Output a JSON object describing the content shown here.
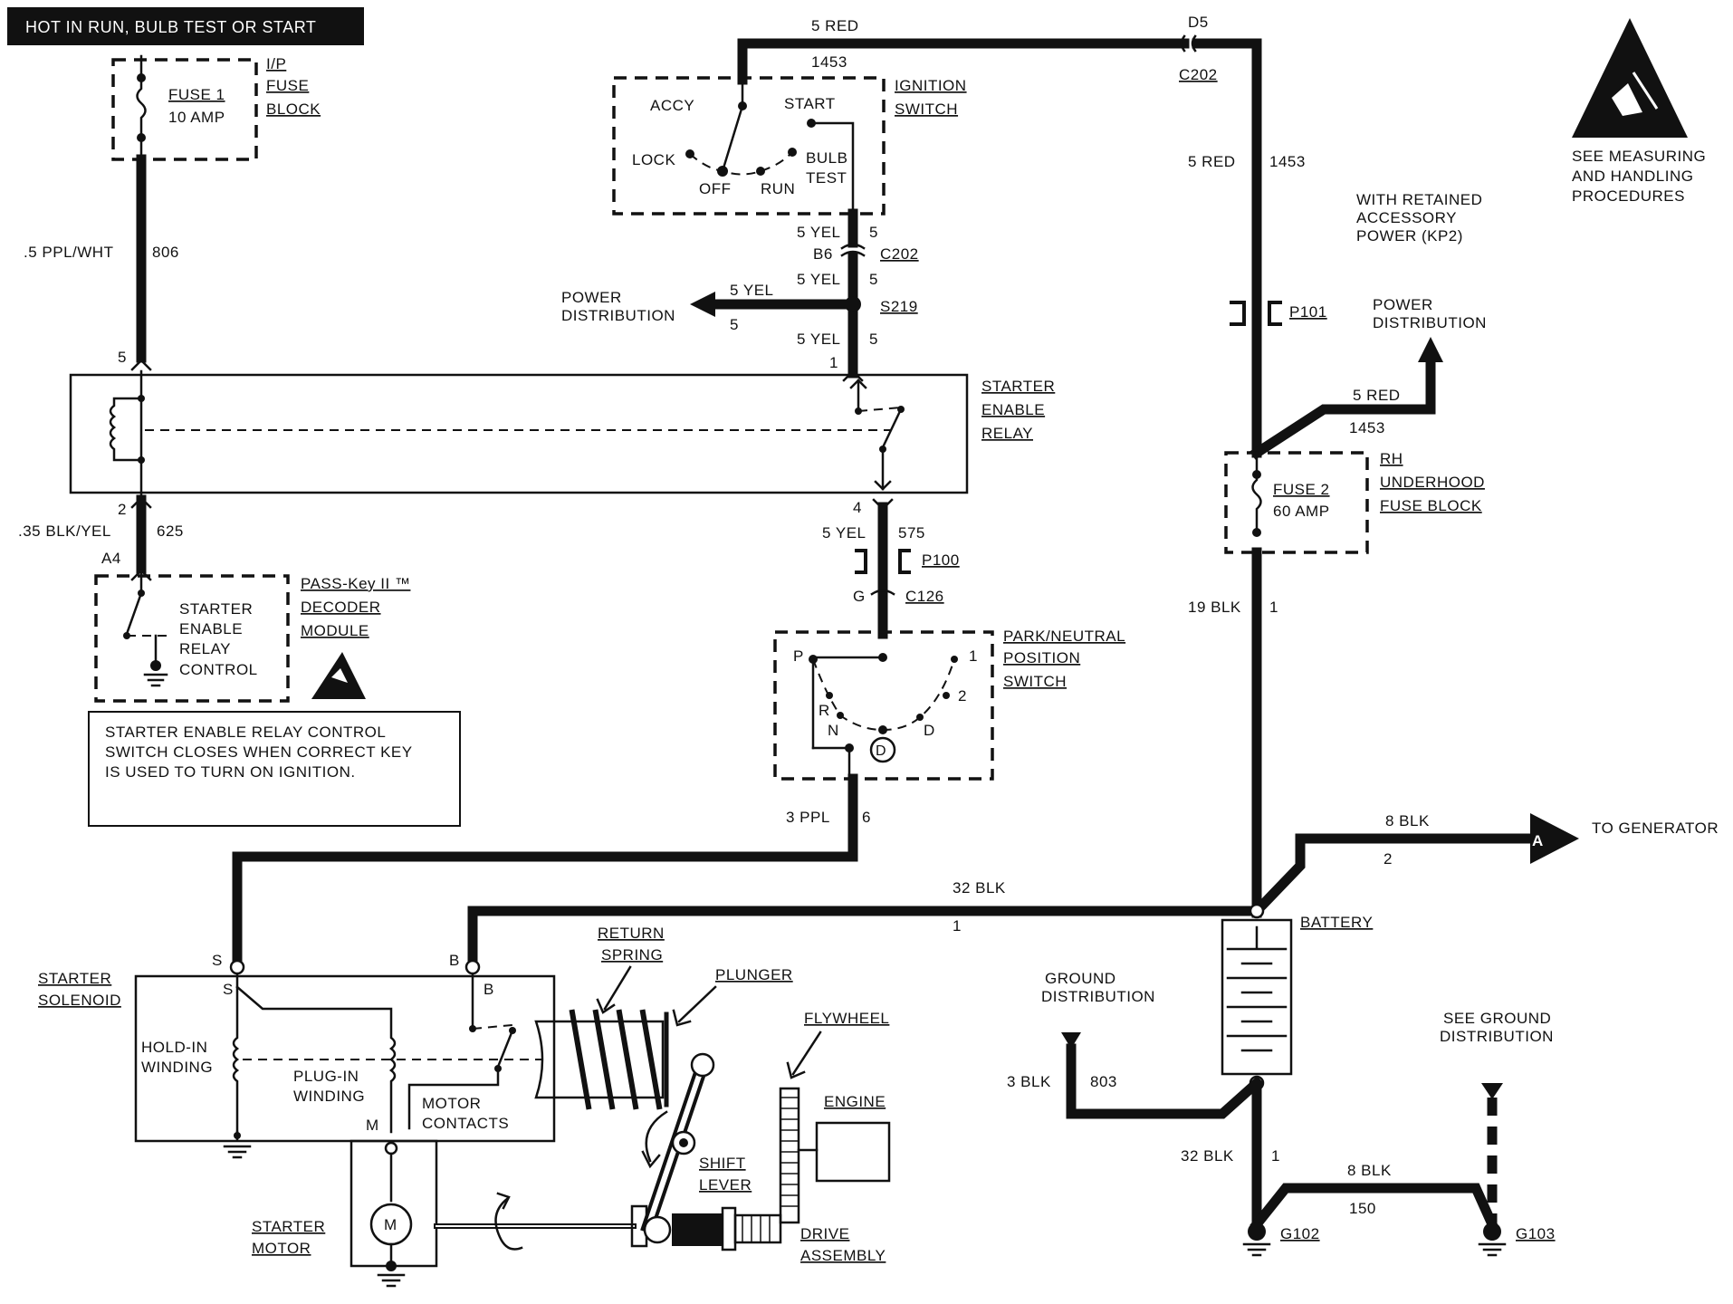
{
  "header": {
    "banner": "HOT IN RUN, BULB TEST OR START"
  },
  "fuse_block_ip": {
    "fuse_name": "FUSE 1",
    "fuse_rating": "10 AMP",
    "label": [
      "I/P",
      "FUSE",
      "BLOCK"
    ]
  },
  "wire_806": {
    "gauge_color": ".5 PPL/WHT",
    "circuit": "806",
    "pin_top": "5",
    "pin_bottom": "2"
  },
  "wire_625": {
    "gauge_color": ".35 BLK/YEL",
    "circuit": "625",
    "connector": "A4"
  },
  "pass_key": {
    "inner": [
      "STARTER",
      "ENABLE",
      "RELAY",
      "CONTROL"
    ],
    "label": [
      "PASS-Key II ™",
      "DECODER",
      "MODULE"
    ]
  },
  "note": {
    "lines": [
      "STARTER ENABLE RELAY CONTROL",
      "SWITCH CLOSES WHEN CORRECT KEY",
      "IS USED TO TURN ON IGNITION."
    ]
  },
  "ignition_switch": {
    "positions": [
      "ACCY",
      "START",
      "LOCK",
      "OFF",
      "RUN",
      "BULB",
      "TEST"
    ],
    "label": [
      "IGNITION",
      "SWITCH"
    ],
    "circuit_top": "1453"
  },
  "wire_5red_top": {
    "gauge_color": "5 RED",
    "connector_pin": "D5",
    "connector": "C202"
  },
  "ign_output": {
    "a_gauge": "5 YEL",
    "a_circuit": "5",
    "pin": "B6",
    "connector": "C202",
    "b_gauge": "5 YEL",
    "b_circuit": "5",
    "splice": "S219",
    "c_gauge": "5 YEL",
    "c_circuit": "5",
    "c_pin": "1"
  },
  "power_dist_left": {
    "label": [
      "POWER",
      "DISTRIBUTION"
    ],
    "gauge": "5 YEL",
    "circuit": "5"
  },
  "starter_relay": {
    "label": [
      "STARTER",
      "ENABLE",
      "RELAY"
    ]
  },
  "wire_575": {
    "pin": "4",
    "gauge_color": "5 YEL",
    "circuit": "575",
    "connector_1": "P100",
    "pin_2": "G",
    "connector_2": "C126"
  },
  "park_neutral": {
    "positions": [
      "P",
      "R",
      "N",
      "D",
      "1",
      "2"
    ],
    "circle": "D",
    "label": [
      "PARK/NEUTRAL",
      "POSITION",
      "SWITCH"
    ]
  },
  "wire_ppl": {
    "gauge_color": "3 PPL",
    "circuit": "6"
  },
  "right_feed": {
    "gauge_color": "5 RED",
    "circuit": "1453",
    "connector": "P101",
    "kp2": [
      "WITH RETAINED",
      "ACCESSORY",
      "POWER (KP2)"
    ],
    "power_dist": [
      "POWER",
      "DISTRIBUTION"
    ],
    "branch_gauge": "5 RED",
    "branch_circuit": "1453"
  },
  "fuse_block_rh": {
    "fuse_name": "FUSE 2",
    "fuse_rating": "60 AMP",
    "label": [
      "RH",
      "UNDERHOOD",
      "FUSE BLOCK"
    ]
  },
  "wire_19blk": {
    "gauge_color": "19 BLK",
    "circuit": "1"
  },
  "generator": {
    "gauge_color": "8 BLK",
    "circuit": "2",
    "connector": "A",
    "label": "TO GENERATOR"
  },
  "wire_32blk_top": {
    "gauge_color": "32 BLK",
    "circuit": "1"
  },
  "battery": {
    "label": "BATTERY"
  },
  "ground_dist": {
    "label": [
      "GROUND",
      "DISTRIBUTION"
    ],
    "gauge": "3 BLK",
    "circuit": "803"
  },
  "see_ground": {
    "label": [
      "SEE GROUND",
      "DISTRIBUTION"
    ]
  },
  "ground_wires": {
    "a_gauge": "32 BLK",
    "a_circuit": "1",
    "b_gauge": "8 BLK",
    "b_circuit": "150",
    "g1": "G102",
    "g2": "G103"
  },
  "esd": {
    "text": [
      "SEE MEASURING",
      "AND HANDLING",
      "PROCEDURES"
    ]
  },
  "starter": {
    "solenoid_label": [
      "STARTER",
      "SOLENOID"
    ],
    "s": "S",
    "b": "B",
    "m": "M",
    "hold_in": [
      "HOLD-IN",
      "WINDING"
    ],
    "plug_in": [
      "PLUG-IN",
      "WINDING"
    ],
    "contacts": [
      "MOTOR",
      "CONTACTS"
    ],
    "return_spring": [
      "RETURN",
      "SPRING"
    ],
    "plunger": "PLUNGER",
    "flywheel": "FLYWHEEL",
    "engine": "ENGINE",
    "shift_lever": [
      "SHIFT",
      "LEVER"
    ],
    "motor_label": [
      "STARTER",
      "MOTOR"
    ],
    "motor_symbol": "M",
    "drive": [
      "DRIVE",
      "ASSEMBLY"
    ]
  }
}
